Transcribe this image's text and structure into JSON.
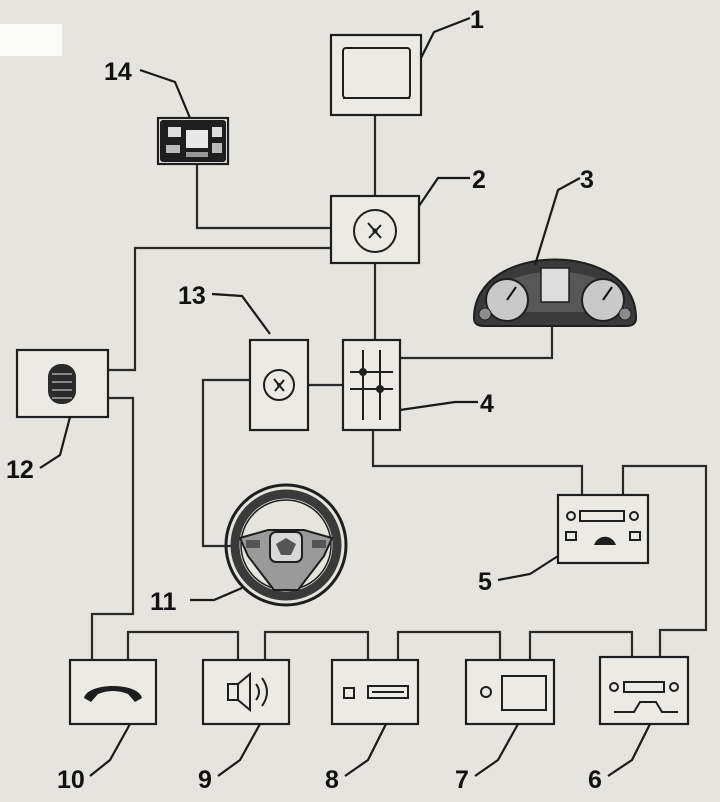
{
  "callouts": {
    "c1": "1",
    "c2": "2",
    "c3": "3",
    "c4": "4",
    "c5": "5",
    "c6": "6",
    "c7": "7",
    "c8": "8",
    "c9": "9",
    "c10": "10",
    "c11": "11",
    "c12": "12",
    "c13": "13",
    "c14": "14"
  },
  "components": [
    {
      "id": "1",
      "icon": "display-screen-icon"
    },
    {
      "id": "2",
      "icon": "control-unit-icon"
    },
    {
      "id": "3",
      "icon": "instrument-cluster-icon"
    },
    {
      "id": "4",
      "icon": "gateway-junction-icon"
    },
    {
      "id": "5",
      "icon": "radio-unit-icon"
    },
    {
      "id": "6",
      "icon": "tuner-module-icon"
    },
    {
      "id": "7",
      "icon": "navigation-unit-icon"
    },
    {
      "id": "8",
      "icon": "cd-changer-icon"
    },
    {
      "id": "9",
      "icon": "speaker-icon"
    },
    {
      "id": "10",
      "icon": "phone-handset-icon"
    },
    {
      "id": "11",
      "icon": "steering-wheel-icon"
    },
    {
      "id": "12",
      "icon": "microphone-icon"
    },
    {
      "id": "13",
      "icon": "steering-control-unit-icon"
    },
    {
      "id": "14",
      "icon": "control-panel-icon"
    }
  ]
}
